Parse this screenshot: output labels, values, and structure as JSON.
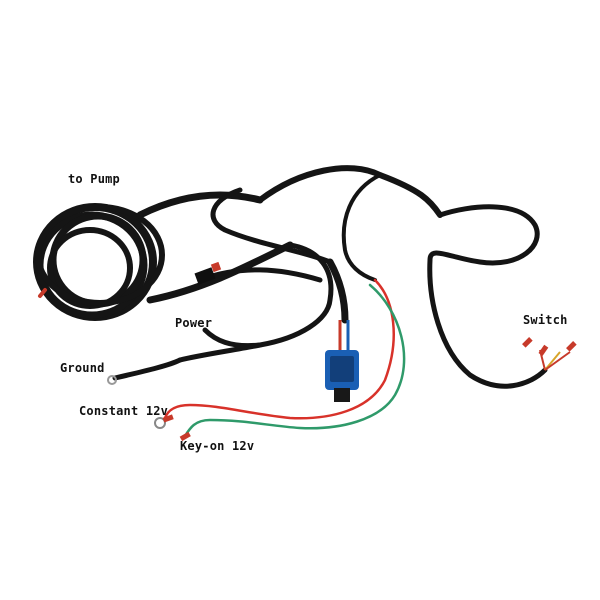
{
  "labels": {
    "to_pump": "to Pump",
    "power": "Power",
    "ground": "Ground",
    "constant_12v": "Constant 12v",
    "key_on_12v": "Key-on 12v",
    "switch": "Switch"
  },
  "colors": {
    "background": "#ffffff",
    "wire": "#141414",
    "red_wire": "#d8322a",
    "green_wire": "#2f9a6a",
    "relay_socket": "#1a5fb4",
    "terminal_red": "#d83a2a"
  }
}
